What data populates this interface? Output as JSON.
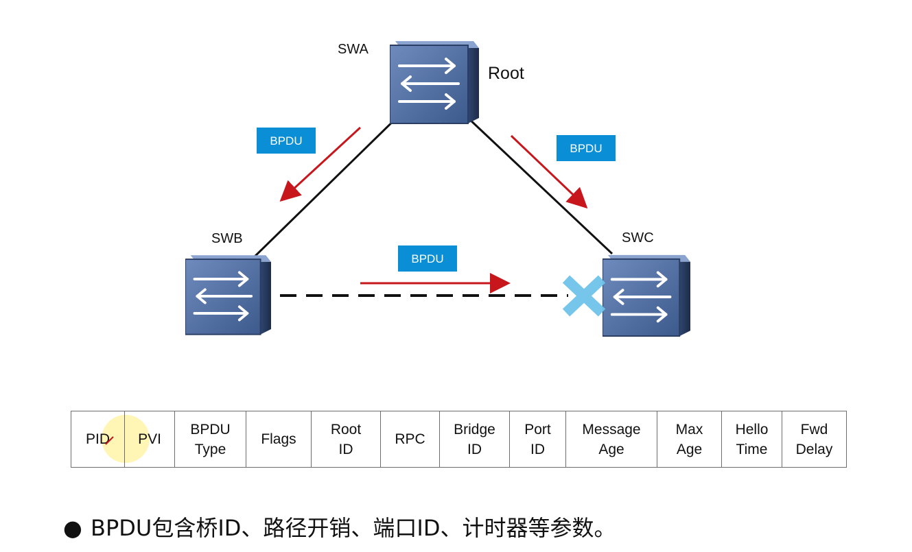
{
  "switches": [
    {
      "id": "swa",
      "name": "SWA",
      "role": "Root"
    },
    {
      "id": "swb",
      "name": "SWB"
    },
    {
      "id": "swc",
      "name": "SWC"
    }
  ],
  "bpdu_labels": [
    "BPDU",
    "BPDU",
    "BPDU"
  ],
  "colors": {
    "bpdu_badge": "#0a8fd6",
    "arrow": "#c8161d",
    "switch_face": "#4a6799",
    "switch_side": "#27395a",
    "blocked_mark": "#6fc3ec",
    "link": "#111111"
  },
  "icons": {
    "switch": "switch-icon",
    "blocked_port": "blocked-port-x-icon",
    "cursor": "pencil-cursor-icon"
  },
  "table": {
    "fields": [
      "PID",
      "PVI",
      "BPDU\nType",
      "Flags",
      "Root\nID",
      "RPC",
      "Bridge\nID",
      "Port\nID",
      "Message\nAge",
      "Max\nAge",
      "Hello\nTime",
      "Fwd\nDelay"
    ]
  },
  "caption": {
    "bullet": "●",
    "text": "BPDU包含桥ID、路径开销、端口ID、计时器等参数。"
  }
}
